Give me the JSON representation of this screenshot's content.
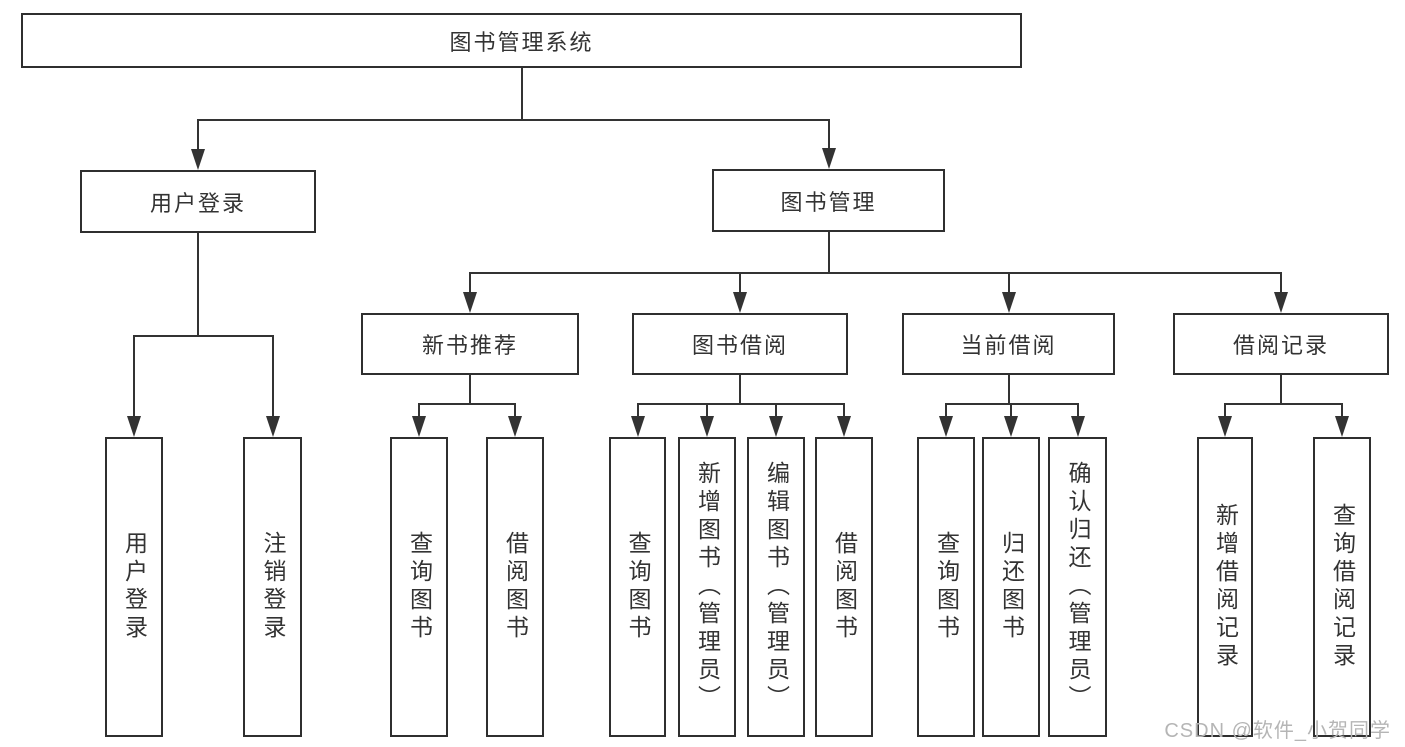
{
  "diagram": {
    "title": "图书管理系统",
    "colors": {
      "line": "#333333",
      "box_border": "#2f2f2f",
      "box_fill": "#ffffff",
      "text": "#333333",
      "watermark": "#b5b5b5"
    },
    "nodes": [
      {
        "id": "root",
        "label": "图书管理系统",
        "parent": null
      },
      {
        "id": "user-login",
        "label": "用户登录",
        "parent": "root"
      },
      {
        "id": "book-mgmt",
        "label": "图书管理",
        "parent": "root"
      },
      {
        "id": "login-leaf",
        "label": "用户登录",
        "parent": "user-login"
      },
      {
        "id": "logout-leaf",
        "label": "注销登录",
        "parent": "user-login"
      },
      {
        "id": "new-book-rec",
        "label": "新书推荐",
        "parent": "book-mgmt"
      },
      {
        "id": "book-borrow",
        "label": "图书借阅",
        "parent": "book-mgmt"
      },
      {
        "id": "current-borrow",
        "label": "当前借阅",
        "parent": "book-mgmt"
      },
      {
        "id": "borrow-record",
        "label": "借阅记录",
        "parent": "book-mgmt"
      },
      {
        "id": "rec-query-book",
        "label": "查询图书",
        "parent": "new-book-rec"
      },
      {
        "id": "rec-borrow-book",
        "label": "借阅图书",
        "parent": "new-book-rec"
      },
      {
        "id": "bb-query-book",
        "label": "查询图书",
        "parent": "book-borrow"
      },
      {
        "id": "bb-add-book",
        "label": "新增图书（管理员）",
        "parent": "book-borrow"
      },
      {
        "id": "bb-edit-book",
        "label": "编辑图书（管理员）",
        "parent": "book-borrow"
      },
      {
        "id": "bb-borrow-book",
        "label": "借阅图书",
        "parent": "book-borrow"
      },
      {
        "id": "cb-query-book",
        "label": "查询图书",
        "parent": "current-borrow"
      },
      {
        "id": "cb-return-book",
        "label": "归还图书",
        "parent": "current-borrow"
      },
      {
        "id": "cb-confirm-return",
        "label": "确认归还（管理员）",
        "parent": "current-borrow"
      },
      {
        "id": "br-add-record",
        "label": "新增借阅记录",
        "parent": "borrow-record"
      },
      {
        "id": "br-query-record",
        "label": "查询借阅记录",
        "parent": "borrow-record"
      }
    ],
    "watermark": "CSDN @软件_小贺同学"
  }
}
